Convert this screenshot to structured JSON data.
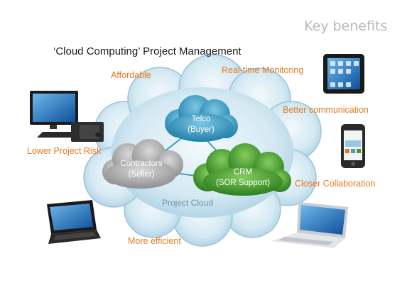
{
  "header": {
    "key_benefits": "Key benefits",
    "title": "‘Cloud Computing’ Project Management"
  },
  "benefits": [
    "Affordable",
    "Real-time Monitoring",
    "Better communication",
    "Lower Project Risk",
    "Closer Collaboration",
    "More efficient"
  ],
  "cloud_label": "Project Cloud",
  "nodes": {
    "telco": {
      "name": "Telco",
      "role": "(Buyer)",
      "color": "#3a9bc1"
    },
    "contractors": {
      "name": "Contractors",
      "role": "(Seller)",
      "color": "#a9a9a9"
    },
    "crm": {
      "name": "CRM",
      "role": "(SOR Support)",
      "color": "#3f9a2f"
    }
  },
  "colors": {
    "benefit_text": "#e8781e",
    "cloud_fill": "#c8e2ef",
    "connector": "#4a9ab8"
  },
  "devices": [
    "desktop-computer-icon",
    "tablet-icon",
    "smartphone-icon",
    "laptop-dark-icon",
    "laptop-silver-icon"
  ]
}
